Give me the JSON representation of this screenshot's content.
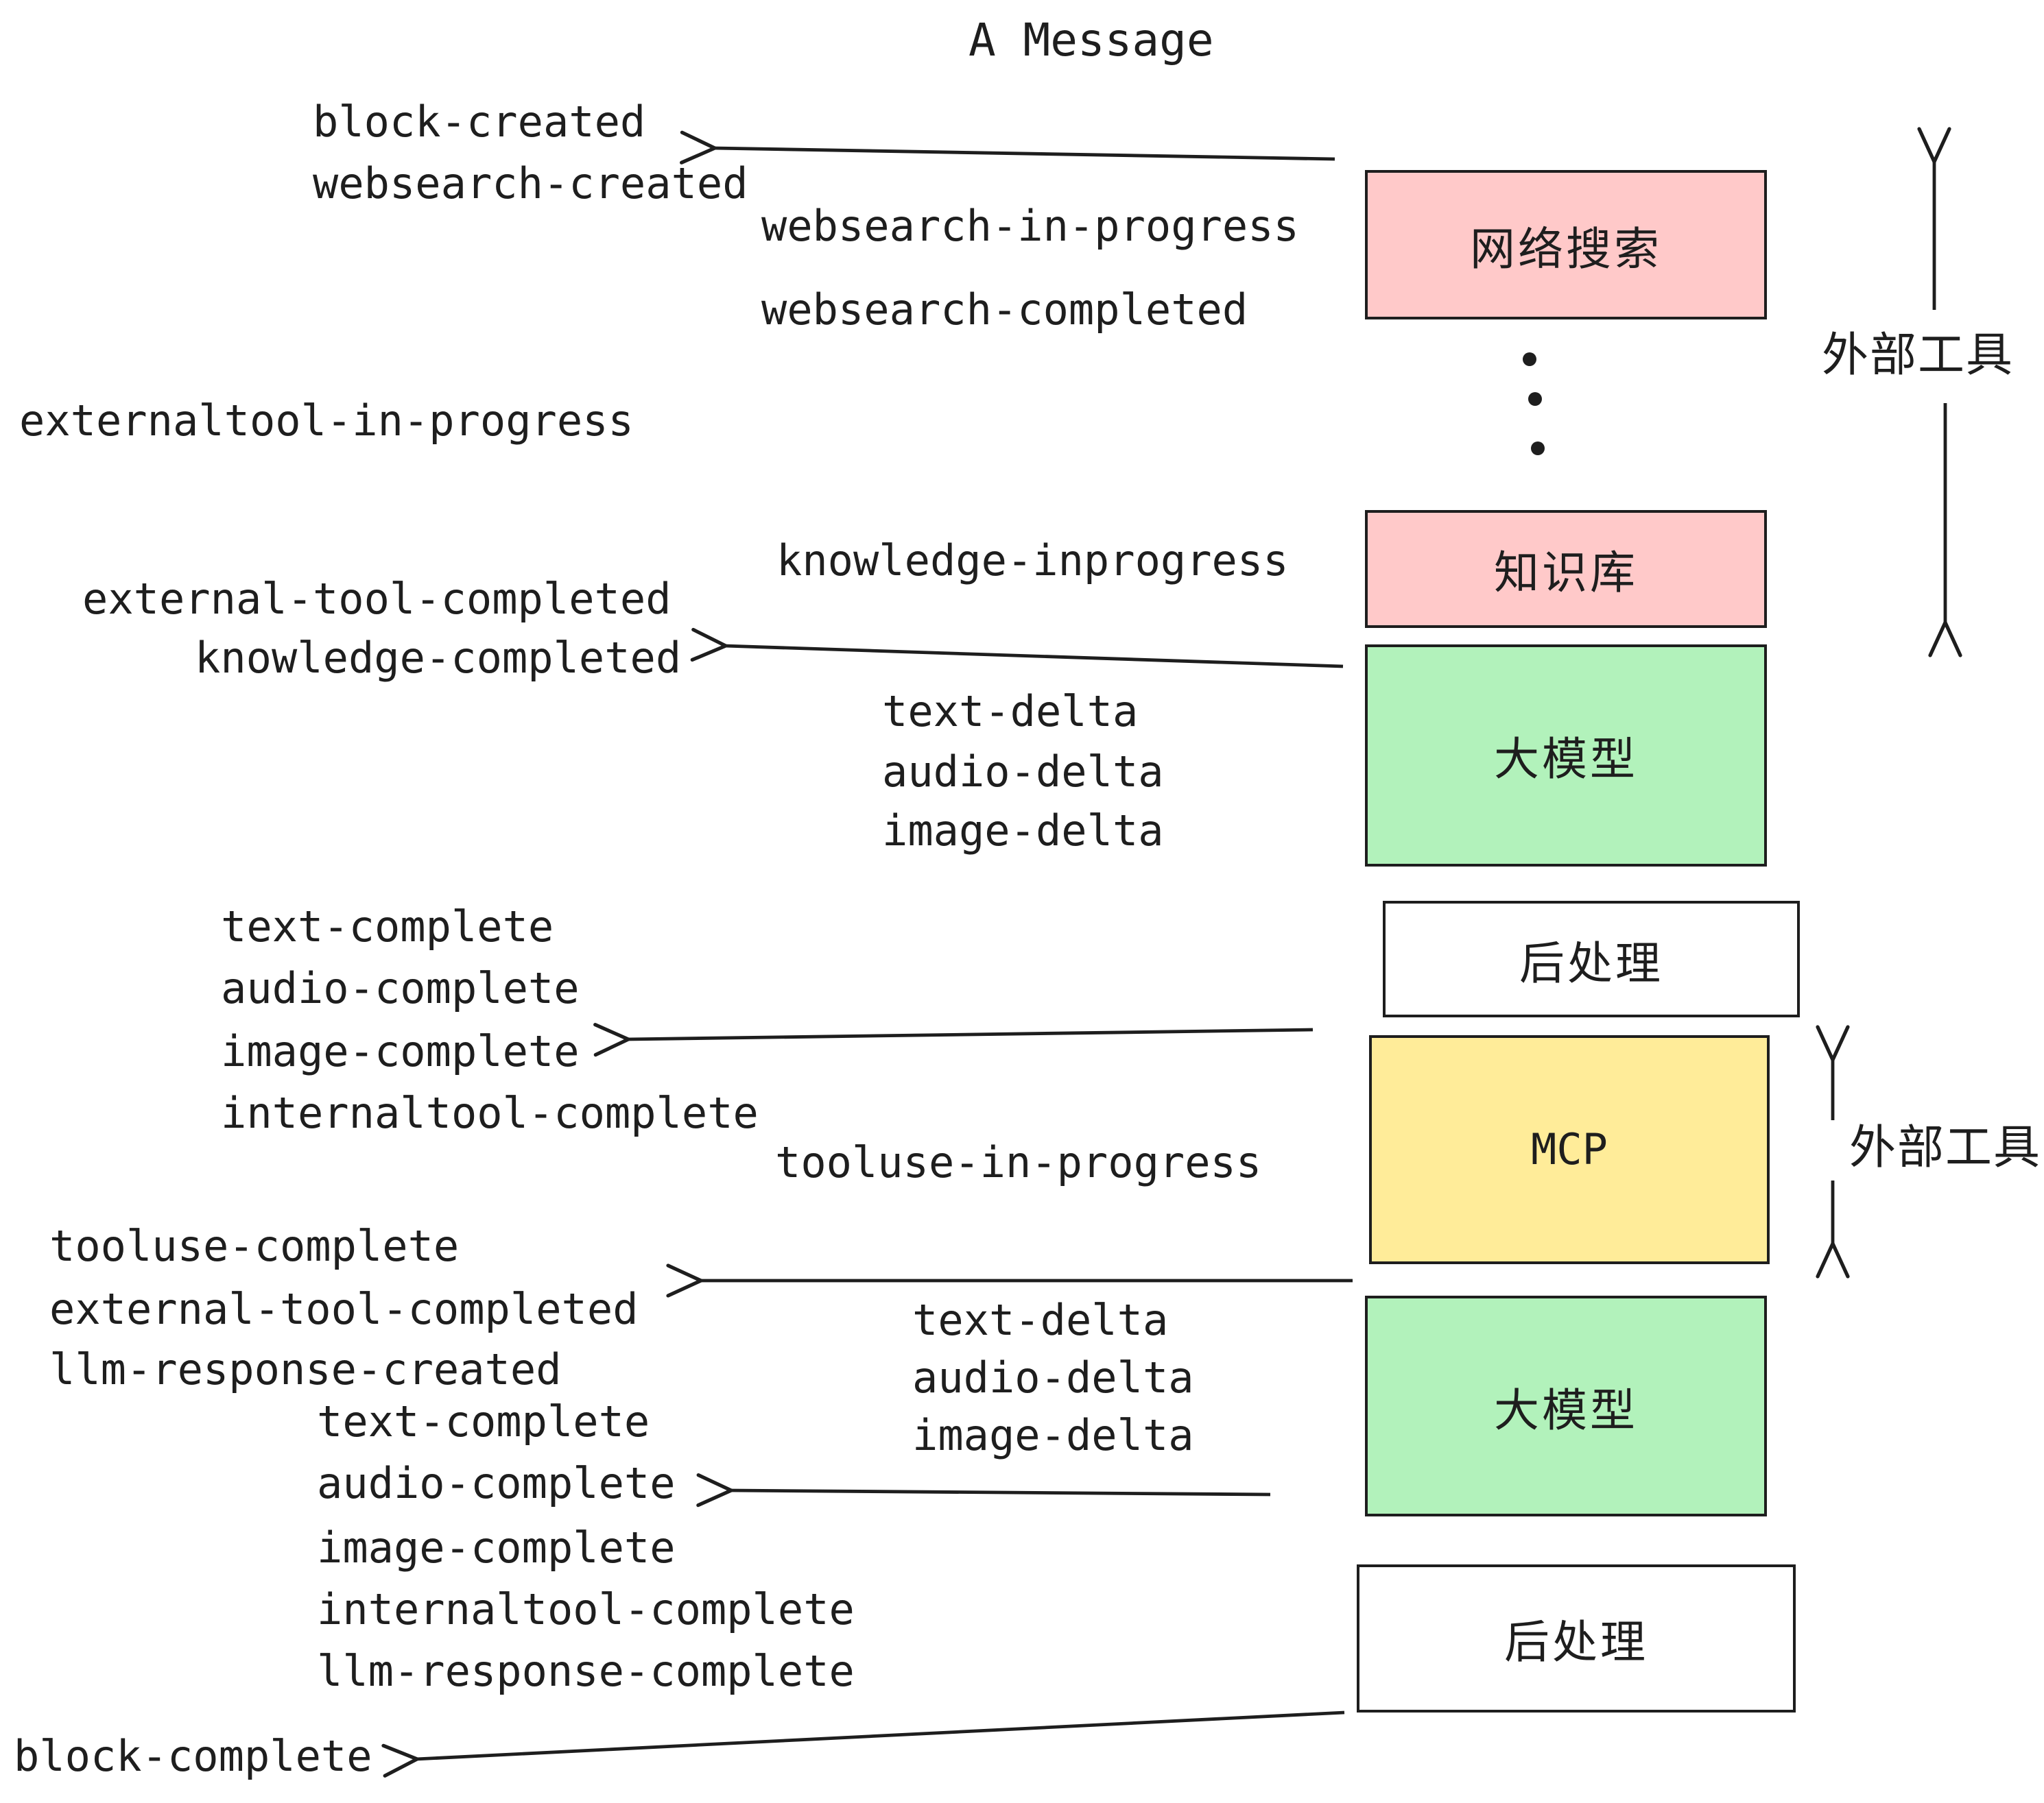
{
  "title": "A Message",
  "colors": {
    "background": "#ffffff",
    "stroke": "#1e1e1e",
    "external_tool_box": "#ffc9c9",
    "llm_box": "#b2f2bb",
    "mcp_box": "#ffec99",
    "postprocess_box": "#ffffff"
  },
  "events": [
    "block-created",
    "websearch-created",
    "websearch-in-progress",
    "websearch-completed",
    "externaltool-in-progress",
    "knowledge-inprogress",
    "external-tool-completed",
    "knowledge-completed",
    "text-delta",
    "audio-delta",
    "image-delta",
    "text-complete",
    "audio-complete",
    "image-complete",
    "internaltool-complete",
    "tooluse-in-progress",
    "tooluse-complete",
    "external-tool-completed",
    "llm-response-created",
    "text-delta",
    "audio-delta",
    "image-delta",
    "text-complete",
    "audio-complete",
    "image-complete",
    "internaltool-complete",
    "llm-response-complete",
    "block-complete"
  ],
  "boxes": [
    {
      "label": "网络搜索",
      "meaning": "web-search",
      "color": "#ffc9c9"
    },
    {
      "label": "知识库",
      "meaning": "knowledge-base",
      "color": "#ffc9c9"
    },
    {
      "label": "大模型",
      "meaning": "large-model",
      "color": "#b2f2bb"
    },
    {
      "label": "后处理",
      "meaning": "post-processing",
      "color": "#ffffff"
    },
    {
      "label": "MCP",
      "meaning": "mcp",
      "color": "#ffec99"
    },
    {
      "label": "大模型",
      "meaning": "large-model",
      "color": "#b2f2bb"
    },
    {
      "label": "后处理",
      "meaning": "post-processing",
      "color": "#ffffff"
    }
  ],
  "side_labels": {
    "top": "外部工具",
    "bottom": "外部工具"
  }
}
